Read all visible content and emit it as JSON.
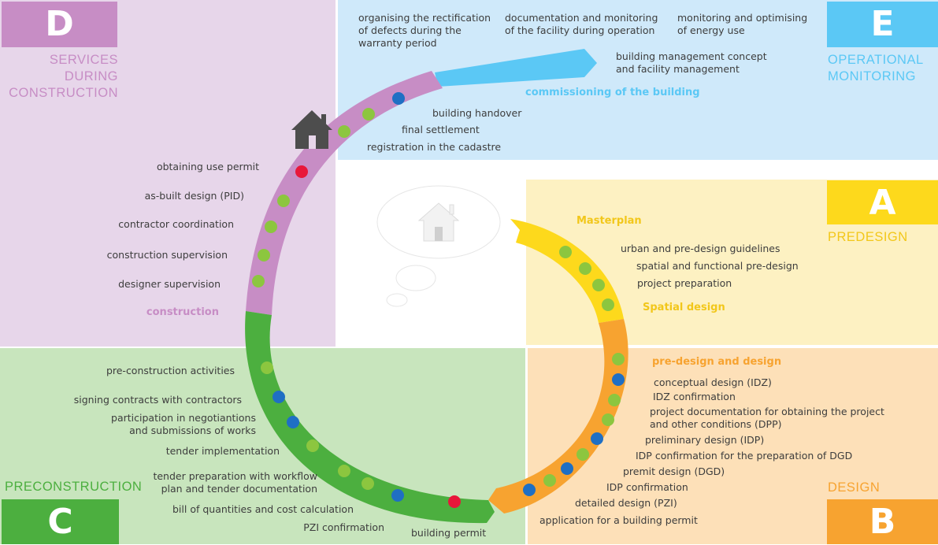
{
  "colors": {
    "d_bg": "#e7d6ea",
    "d_accent": "#c78dc5",
    "e_bg": "#cfe9fa",
    "e_accent": "#5bc8f5",
    "a_bg": "#fdf1c2",
    "a_accent": "#fdd91c",
    "b_bg": "#fde0b8",
    "b_accent": "#f7a330",
    "c_bg": "#c8e5bd",
    "c_accent": "#4caf3f",
    "dot_green": "#8cc63f",
    "dot_blue": "#1f6fc4",
    "dot_red": "#e8173a"
  },
  "quadrants": {
    "d": {
      "letter": "D",
      "title": "SERVICES\nDURING\nCONSTRUCTION"
    },
    "e": {
      "letter": "E",
      "title": "OPERATIONAL\nMONITORING"
    },
    "a": {
      "letter": "A",
      "title": "PREDESIGN"
    },
    "b": {
      "letter": "B",
      "title": "DESIGN"
    },
    "c": {
      "letter": "C",
      "title": "PRECONSTRUCTION"
    }
  },
  "icons": {
    "house_dark": "house-icon",
    "house_bubble": "house-icon",
    "thought": "thought-bubble-icon"
  },
  "phases": {
    "e": {
      "heading": "commissioning of the building",
      "items": [
        "organising the rectification\nof defects during the\nwarranty period",
        "documentation and monitoring\nof the facility during operation",
        "monitoring and optimising\nof energy use",
        "building management concept\nand facility management"
      ]
    },
    "d_top": [
      "building handover",
      "final settlement",
      "registration in the cadastre"
    ],
    "d": {
      "heading": "construction",
      "items": [
        "obtaining use permit",
        "as-built design (PID)",
        "contractor coordination",
        "construction supervision",
        "designer supervision"
      ]
    },
    "a": {
      "heading1": "Masterplan",
      "heading2": "Spatial design",
      "items": [
        "urban and pre-design guidelines",
        "spatial and functional pre-design",
        "project preparation"
      ]
    },
    "b": {
      "heading": "pre-design and design",
      "items": [
        "conceptual design (IDZ)",
        "IDZ confirmation",
        "project documentation for obtaining the project\nand other conditions (DPP)",
        "preliminary design (IDP)",
        "IDP confirmation for the preparation of DGD",
        "premit design (DGD)",
        "IDP confirmation",
        "detailed design (PZI)",
        "application for a building permit"
      ]
    },
    "c": {
      "items": [
        "pre-construction activities",
        "signing contracts with contractors",
        "participation in negotiantions\nand submissions of works",
        "tender implementation",
        "tender preparation with workflow\nplan and tender documentation",
        "bill of quantities and cost calculation",
        "PZI confirmation",
        "building permit"
      ]
    }
  }
}
